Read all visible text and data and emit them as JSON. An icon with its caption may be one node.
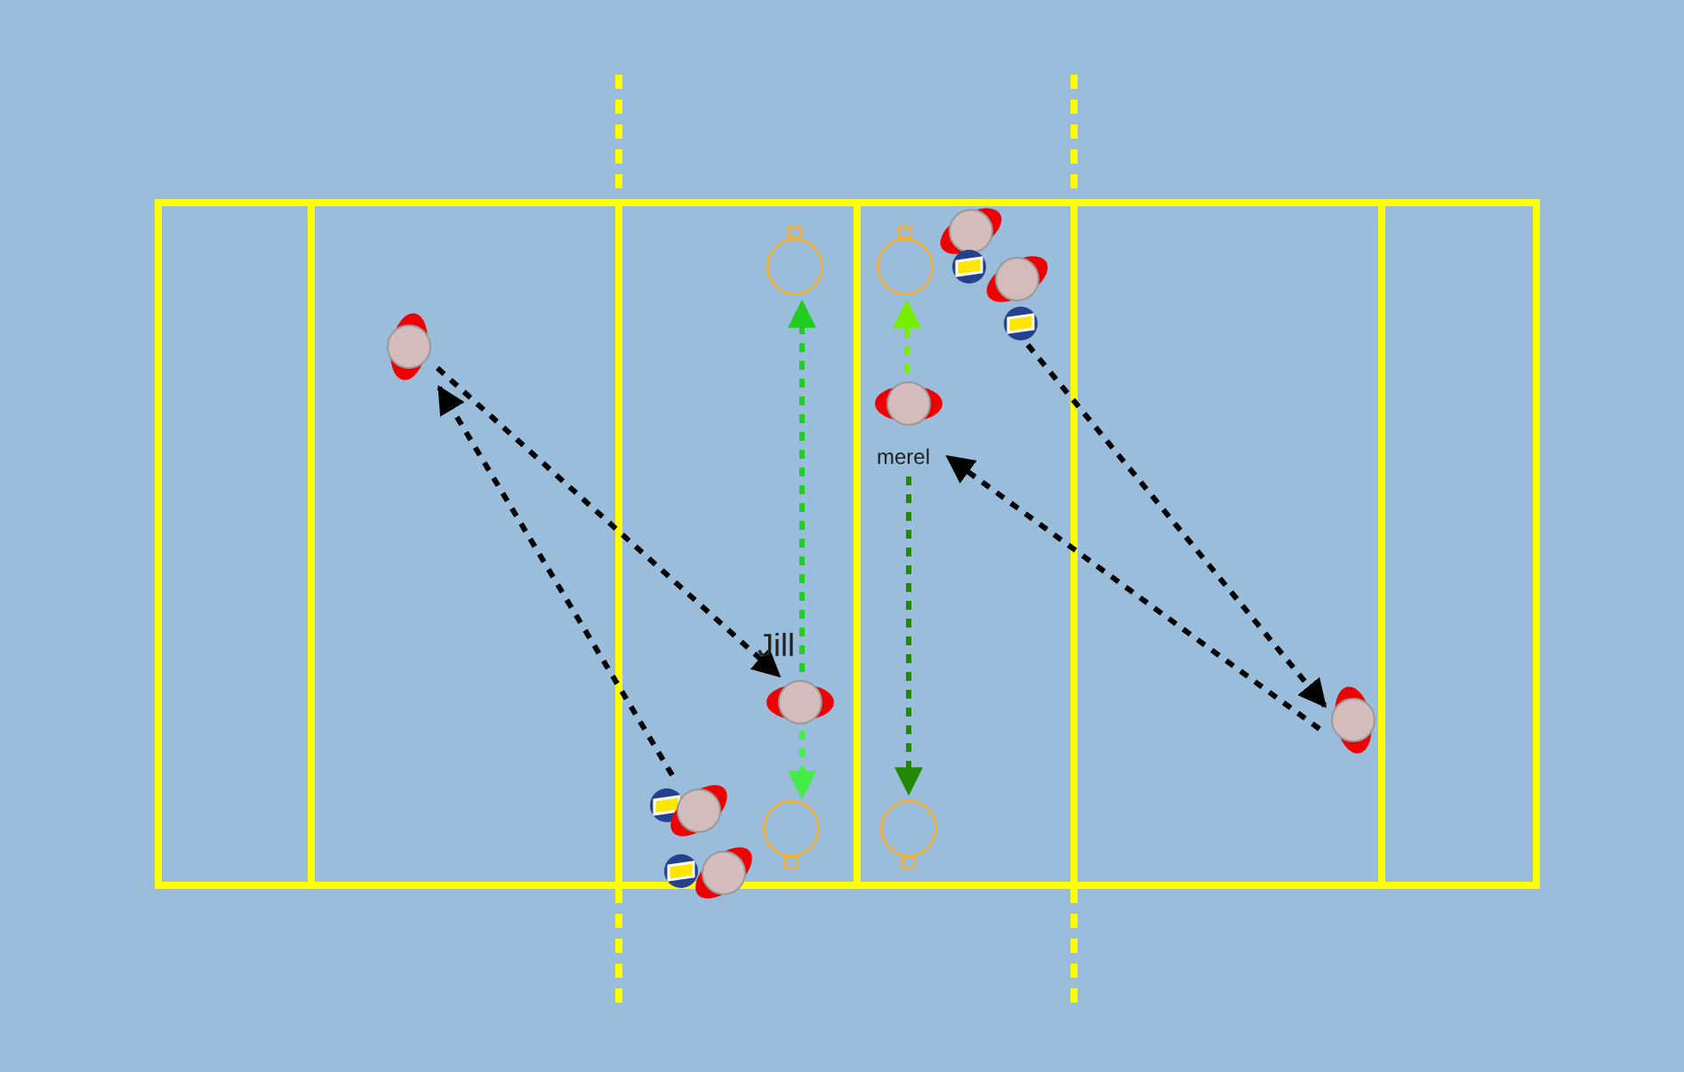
{
  "diagram": {
    "nodes": [
      {
        "text": [],
        "shape": "circle"
      },
      {
        "text": [],
        "shape": "circle"
      },
      {
        "text": [],
        "shape": "person"
      },
      {
        "text": [],
        "shape": "ball"
      },
      {
        "text": [],
        "shape": "person"
      },
      {
        "text": [],
        "shape": "ball"
      },
      {
        "text": [],
        "shape": "person"
      },
      {
        "text": [
          "merel"
        ]
      },
      {
        "text": [
          "Jill"
        ]
      },
      {
        "text": [],
        "shape": "person"
      },
      {
        "text": [],
        "shape": "ball"
      },
      {
        "text": [],
        "shape": "person"
      },
      {
        "text": [],
        "shape": "circle"
      },
      {
        "text": [],
        "shape": "circle"
      },
      {
        "text": [],
        "shape": "ball"
      },
      {
        "text": [],
        "shape": "person"
      }
    ],
    "edges": [
      {
        "from": 6,
        "to": 8,
        "arrow": "to",
        "style": "dashed"
      },
      {
        "from": 10,
        "to": 6,
        "arrow": "to",
        "style": "dashed"
      },
      {
        "from": 8,
        "to": 0,
        "arrow": "to",
        "style": "dashed",
        "color": "#22cc22"
      },
      {
        "from": 8,
        "to": 12,
        "arrow": "to",
        "style": "dashed",
        "color": "#44ee44"
      },
      {
        "from": 7,
        "to": 1,
        "arrow": "to",
        "style": "dashed",
        "color": "#77ee00"
      },
      {
        "from": 7,
        "to": 13,
        "arrow": "to",
        "style": "dashed",
        "color": "#228800"
      },
      {
        "from": 5,
        "to": 9,
        "arrow": "to",
        "style": "dashed"
      },
      {
        "from": 9,
        "to": 7,
        "arrow": "to",
        "style": "dashed"
      }
    ]
  }
}
